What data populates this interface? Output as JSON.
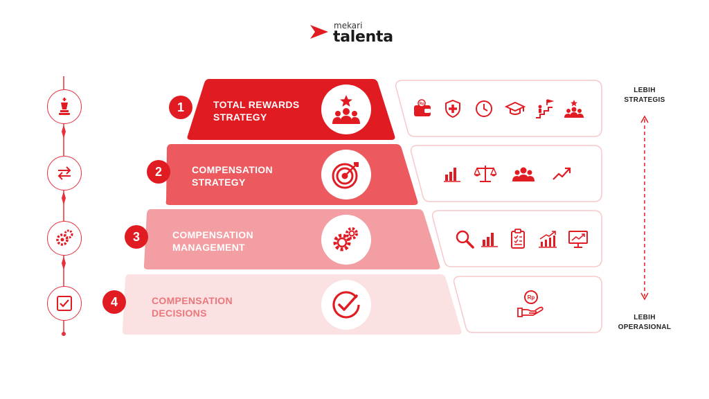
{
  "logo": {
    "sub": "mekari",
    "name": "talenta"
  },
  "levels": [
    {
      "number": "1",
      "title_line1": "TOTAL REWARDS",
      "title_line2": "STRATEGY",
      "center_icon": "team-star-icon",
      "icons": [
        "wallet-rp-icon",
        "health-shield-icon",
        "clock-icon",
        "graduation-cap-icon",
        "career-ladder-icon",
        "team-icon"
      ]
    },
    {
      "number": "2",
      "title_line1": "COMPENSATION",
      "title_line2": "STRATEGY",
      "center_icon": "target-icon",
      "icons": [
        "bar-chart-icon",
        "balance-scale-icon",
        "team-icon",
        "trend-up-icon"
      ]
    },
    {
      "number": "3",
      "title_line1": "COMPENSATION",
      "title_line2": "MANAGEMENT",
      "center_icon": "gears-icon",
      "icons": [
        "search-icon",
        "bar-chart-icon",
        "clipboard-icon",
        "growth-chart-icon",
        "monitor-chart-icon"
      ]
    },
    {
      "number": "4",
      "title_line1": "COMPENSATION",
      "title_line2": "DECISIONS",
      "center_icon": "check-circle-icon",
      "icons": [
        "hand-coin-rp-icon"
      ]
    }
  ],
  "left_steps": [
    "chess-king-icon",
    "swap-arrows-icon",
    "gears-icon",
    "checkbox-icon"
  ],
  "scale": {
    "top_line1": "LEBIH",
    "top_line2": "STRATEGIS",
    "bottom_line1": "LEBIH",
    "bottom_line2": "OPERASIONAL"
  },
  "coin_text": "Rp",
  "colors": {
    "red": "#e11b22",
    "level2": "#ec5a60",
    "level3": "#f29ea2",
    "level4": "#fbe1e2",
    "text4": "#e9777b"
  }
}
